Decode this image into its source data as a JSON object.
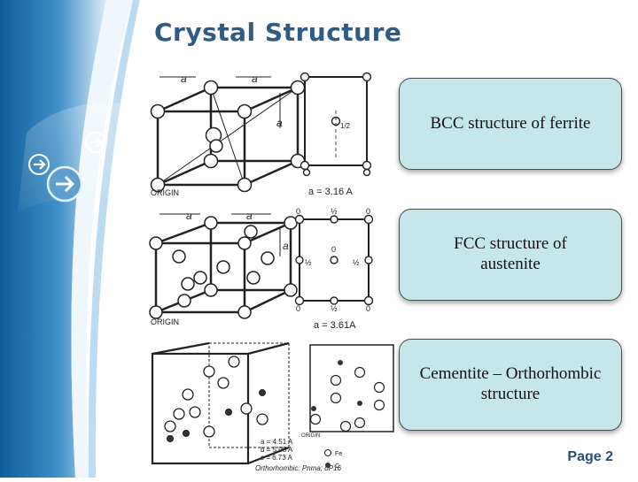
{
  "title": "Crystal Structure",
  "captions": [
    "BCC structure of ferrite",
    "FCC structure of austenite",
    "Cementite – Orthorhombic structure"
  ],
  "bcc": {
    "edge_label": "a",
    "origin_label": "ORIGIN",
    "half_label": "1/2",
    "lattice": "a = 3.16 A"
  },
  "fcc": {
    "edge_label": "a",
    "origin_label": "ORIGIN",
    "half_label": "½",
    "zero_label": "0",
    "lattice": "a = 3.61A"
  },
  "cementite": {
    "params": [
      "a = 4.51 A",
      "b = 5.08 A",
      "c = 6.73 A"
    ],
    "system": "Orthorhombic: Pnma; oP16",
    "legend": [
      "Fe",
      "C"
    ],
    "origin_label": "ORIGIN"
  },
  "page_label": "Page 2",
  "colors": {
    "title": "#2f5b86",
    "caption_fill": "#c6e7ea",
    "sidebar": "#1f6fa8"
  },
  "icons": [
    "arrow-right-icon",
    "arrow-right-icon",
    "arrow-right-icon"
  ]
}
